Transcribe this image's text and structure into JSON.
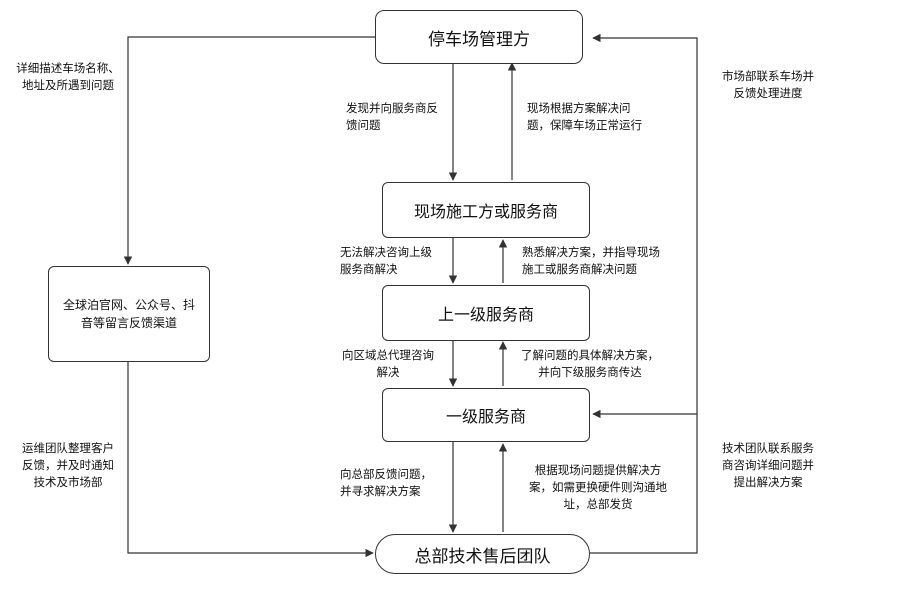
{
  "nodes": {
    "parking_manager": "停车场管理方",
    "field_service": "现场施工方或服务商",
    "upper_service": "上一级服务商",
    "first_level": "一级服务商",
    "hq_team": "总部技术售后团队",
    "channels": "全球泊官网、公众号、抖音等留言反馈渠道"
  },
  "edges": {
    "left_top": [
      "详细描述车场名称、",
      "地址及所遇到问题"
    ],
    "left_bottom": [
      "运维团队整理客户",
      "反馈，并及时通知",
      "技术及市场部"
    ],
    "right_top": [
      "市场部联系车场并",
      "反馈处理进度"
    ],
    "right_bottom": [
      "技术团队联系服务",
      "商咨询详细问题并",
      "提出解决方案"
    ],
    "down_1": [
      "发现并向服务商反",
      "馈问题"
    ],
    "up_1": [
      "现场根据方案解决问",
      "题，保障车场正常运行"
    ],
    "down_2": [
      "无法解决咨询上级",
      "服务商解决"
    ],
    "up_2": [
      "熟悉解决方案，并指导现场",
      "施工或服务商解决问题"
    ],
    "down_3": [
      "向区域总代理咨询",
      "解决"
    ],
    "up_3": [
      "了解问题的具体解决方案，",
      "并向下级服务商传达"
    ],
    "down_4": [
      "向总部反馈问题，",
      "并寻求解决方案"
    ],
    "up_4": [
      "根据现场问题提供解决方",
      "案，如需更换硬件则沟通地",
      "址，总部发货"
    ]
  },
  "colors": {
    "line": "#333333",
    "text": "#111111",
    "background": "#ffffff"
  }
}
